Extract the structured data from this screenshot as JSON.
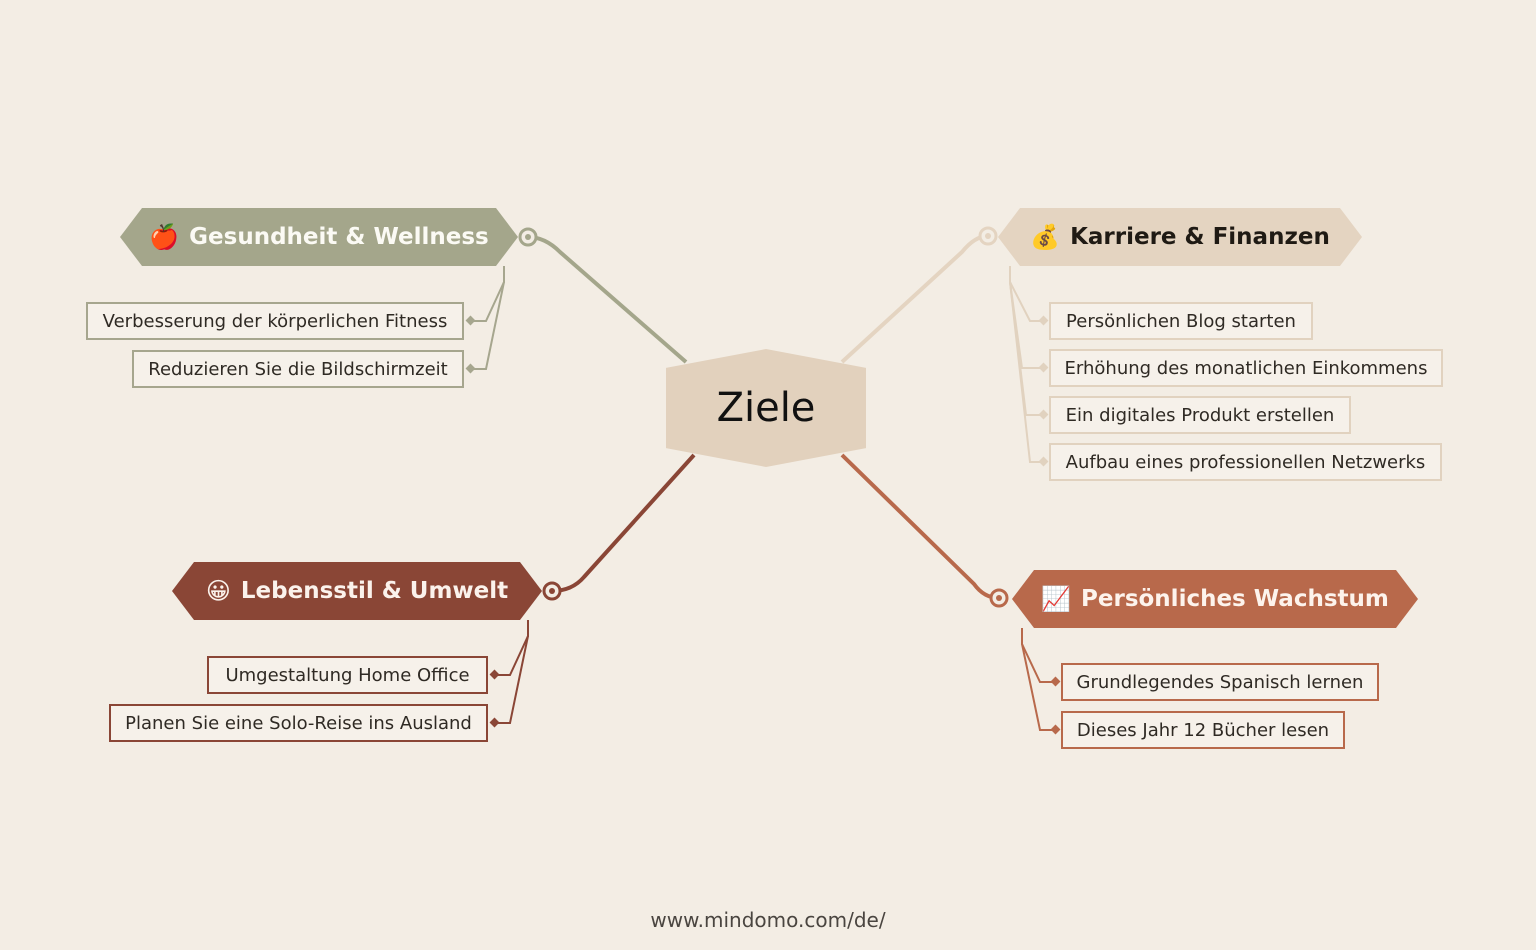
{
  "center": {
    "label": "Ziele"
  },
  "branches": [
    {
      "id": "health",
      "emoji": "🍎",
      "emoji_icon": "apple-icon",
      "label": "Gesundheit & Wellness",
      "color": "#a4a68b",
      "children": [
        "Verbesserung der körperlichen Fitness",
        "Reduzieren Sie die Bildschirmzeit"
      ]
    },
    {
      "id": "career",
      "emoji": "💰",
      "emoji_icon": "money-bag-icon",
      "label": "Karriere & Finanzen",
      "color": "#e4d4c1",
      "children": [
        "Persönlichen Blog starten",
        "Erhöhung des monatlichen Einkommens",
        "Ein digitales Produkt erstellen",
        "Aufbau eines professionellen Netzwerks"
      ]
    },
    {
      "id": "lifestyle",
      "emoji": "😀",
      "emoji_icon": "grinning-face-icon",
      "label": "Lebensstil & Umwelt",
      "color": "#8a4636",
      "children": [
        "Umgestaltung Home Office",
        "Planen Sie eine Solo-Reise ins Ausland"
      ]
    },
    {
      "id": "growth",
      "emoji": "📈",
      "emoji_icon": "chart-increasing-icon",
      "label": "Persönliches Wachstum",
      "color": "#b8694b",
      "children": [
        "Grundlegendes Spanisch lernen",
        "Dieses Jahr 12 Bücher lesen"
      ]
    }
  ],
  "footer": {
    "text": "www.mindomo.com/de/"
  },
  "colors": {
    "background": "#f3ede4",
    "center": "#e2d1bd"
  }
}
